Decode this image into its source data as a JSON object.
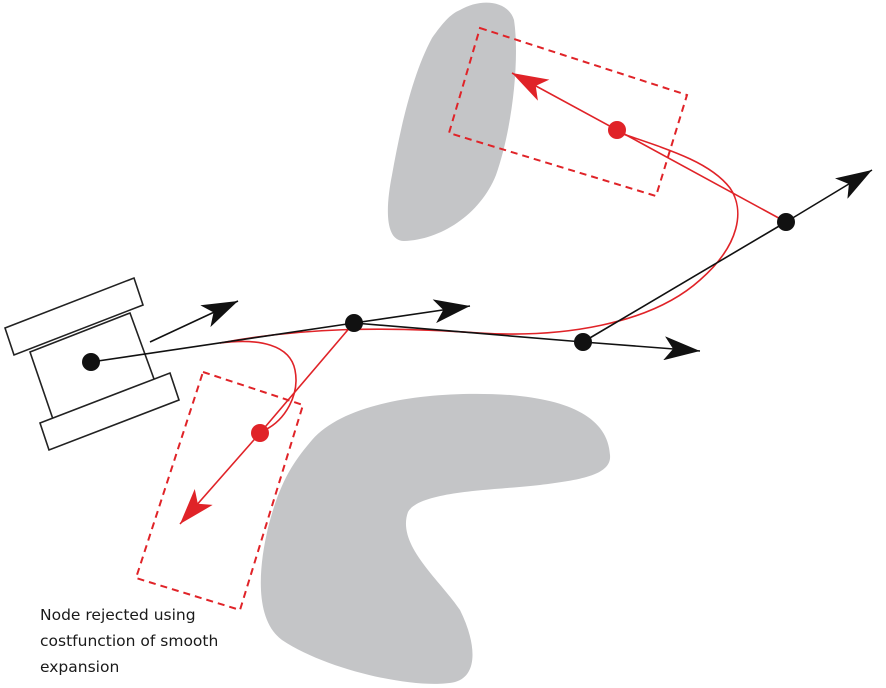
{
  "caption": {
    "lines": [
      "Node rejected using",
      "costfunction of smooth",
      "expansion"
    ]
  },
  "colors": {
    "obstacle": "#c4c5c7",
    "accepted_path": "#111111",
    "rejected_path": "#e02328",
    "vehicle_outline": "#222222"
  },
  "icons": {
    "vehicle": "robot-vehicle-icon",
    "node": "filled-circle",
    "heading": "arrowhead"
  }
}
